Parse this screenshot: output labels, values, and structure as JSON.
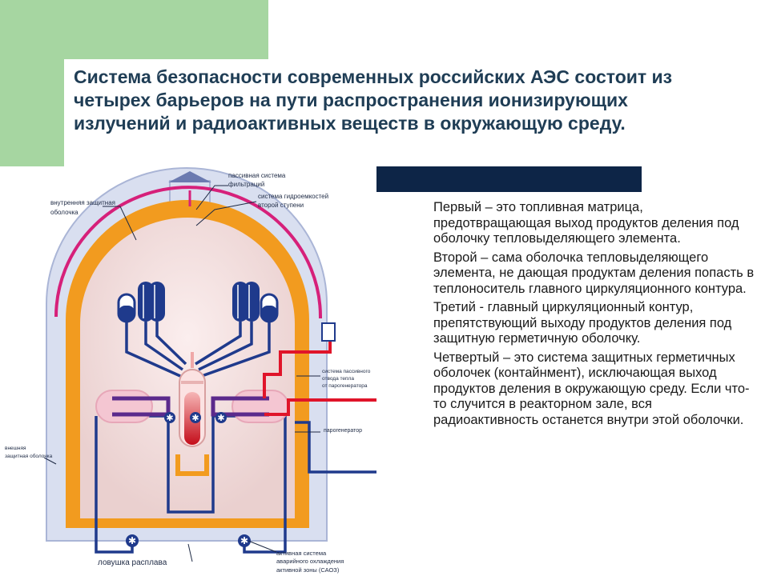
{
  "slide": {
    "title": "Система безопасности современных российских АЭС состоит из четырех барьеров на пути распространения ионизирующих излучений и радиоактивных веществ в окружающую среду.",
    "paragraphs": [
      " Первый – это топливная матрица, предотвращающая выход продуктов деления под оболочку тепловыделяющего элемента.",
      " Второй – сама оболочка тепловыделяющего элемента, не дающая продуктам деления попасть в теплоноситель главного циркуляционного контура.",
      "Третий - главный циркуляционный контур, препятствующий выходу продуктов деления под защитную герметичную оболочку.",
      " Четвертый – это система защитных герметичных оболочек (контайнмент), исключающая выход продуктов деления в окружающую среду. Если что-то случится в реакторном зале, вся радиоактивность останется внутри этой оболочки."
    ]
  },
  "diagram": {
    "labels": {
      "passive_filter_1": "пассивная система",
      "passive_filter_2": "фильтраций",
      "hydro_1": "система гидроемкостей",
      "hydro_2": "второй ступени",
      "inner_shell_1": "внутренняя защитная",
      "inner_shell_2": "оболочка",
      "passive_heat_1": "система пассивного",
      "passive_heat_2": "отвода тепла",
      "passive_heat_3": "от парогенератора",
      "steam_gen": "парогенератор",
      "outer_shell_1": "внешняя",
      "outer_shell_2": "защитная оболочка",
      "melt_trap": "ловушка расплава",
      "eccs_1": "активная система",
      "eccs_2": "аварийного охлаждения",
      "eccs_3": "активной зоны (САОЗ)"
    },
    "colors": {
      "outer_shell": "#d9dff0",
      "inner_shell": "#f29b1f",
      "interior": "#f1dcdb",
      "pipes": "#1f3a8c",
      "hot_line": "#e0142a",
      "magenta_line": "#d6207a",
      "core": "#cf1020"
    }
  }
}
